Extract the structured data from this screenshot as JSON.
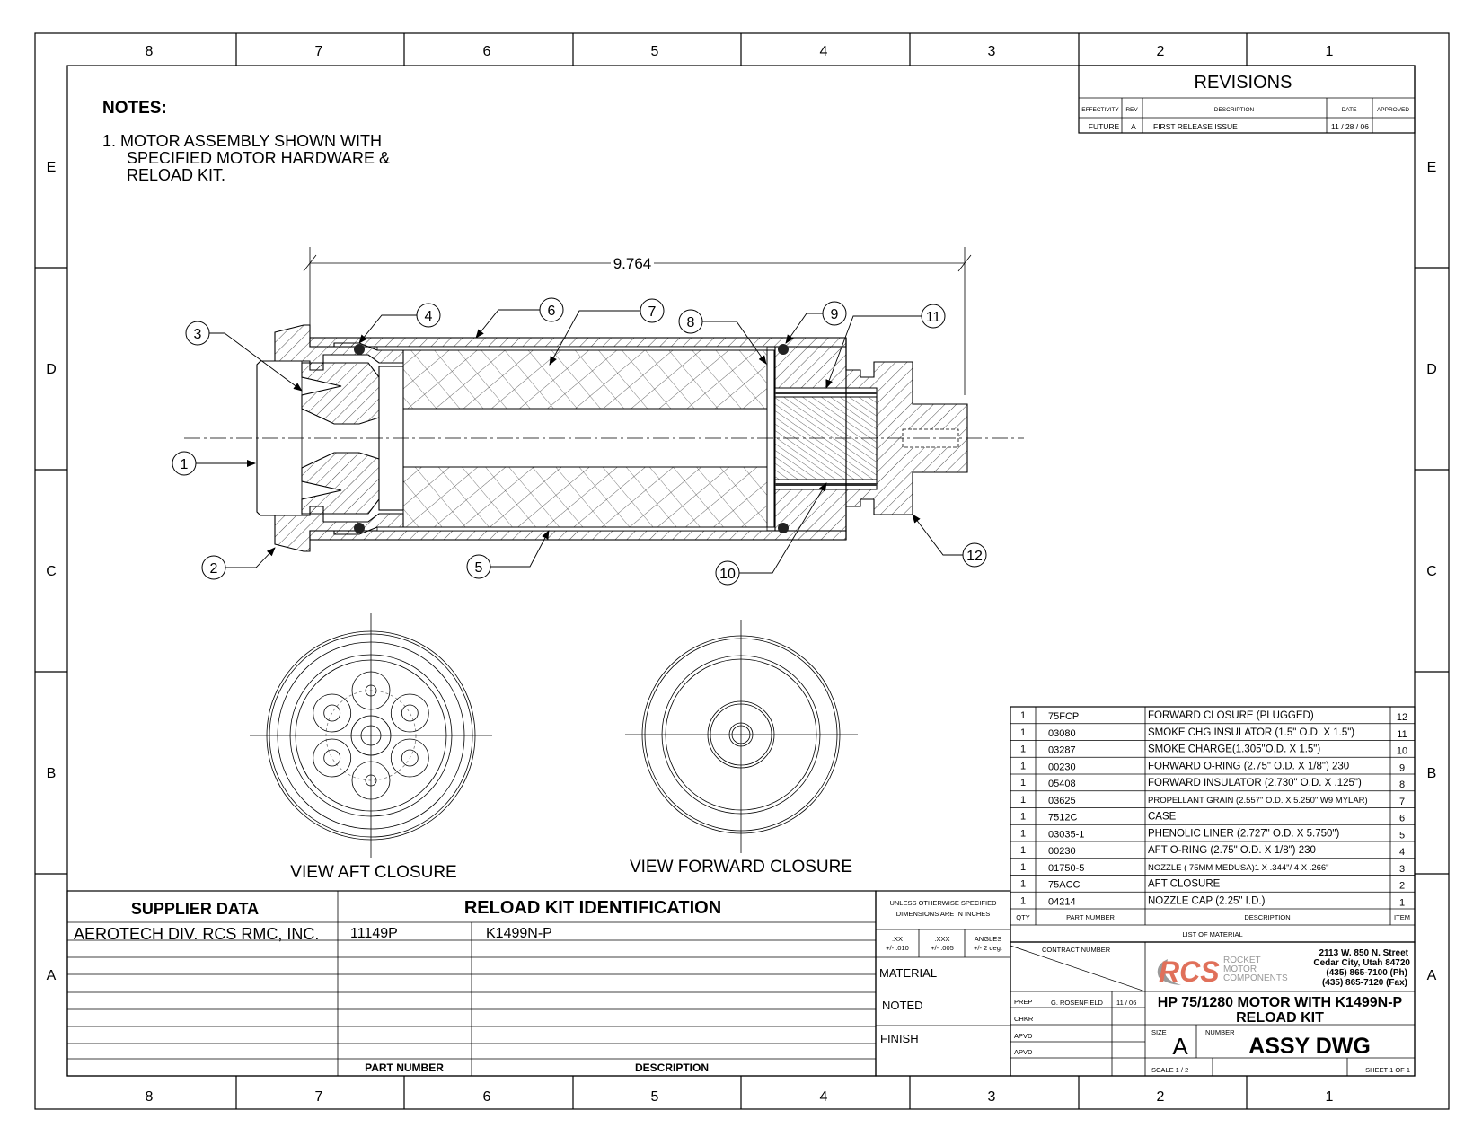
{
  "zones": {
    "columns": [
      "8",
      "7",
      "6",
      "5",
      "4",
      "3",
      "2",
      "1"
    ],
    "rows": [
      "E",
      "D",
      "C",
      "B",
      "A"
    ]
  },
  "notes": {
    "heading": "NOTES:",
    "lines": [
      "1.  MOTOR  ASSEMBLY SHOWN WITH",
      "SPECIFIED MOTOR HARDWARE &",
      "RELOAD KIT."
    ]
  },
  "revisions": {
    "title": "REVISIONS",
    "headers": [
      "EFFECTIVITY",
      "REV",
      "DESCRIPTION",
      "DATE",
      "APPROVED"
    ],
    "row": [
      "FUTURE",
      "A",
      "FIRST  RELEASE  ISSUE",
      "11 / 28 / 06",
      ""
    ]
  },
  "drawing": {
    "dimension": "9.764",
    "balloons": [
      "1",
      "2",
      "3",
      "4",
      "5",
      "6",
      "7",
      "8",
      "9",
      "10",
      "11",
      "12"
    ],
    "view_aft": "VIEW AFT CLOSURE",
    "view_forward": "VIEW  FORWARD CLOSURE"
  },
  "bom": {
    "rows": [
      [
        "1",
        "75FCP",
        "FORWARD CLOSURE (PLUGGED)",
        "12"
      ],
      [
        "1",
        "03080",
        "SMOKE CHG INSULATOR (1.5\" O.D. X 1.5\")",
        "11"
      ],
      [
        "1",
        "03287",
        "SMOKE  CHARGE(1.305\"O.D. X 1.5\")",
        "10"
      ],
      [
        "1",
        "00230",
        "FORWARD O-RING (2.75\" O.D. X 1/8\") 230",
        "9"
      ],
      [
        "1",
        "05408",
        "FORWARD INSULATOR (2.730\" O.D. X .125\")",
        "8"
      ],
      [
        "1",
        "03625",
        "PROPELLANT GRAIN (2.557\" O.D. X 5.250\" W9 MYLAR)",
        "7"
      ],
      [
        "1",
        "7512C",
        "CASE",
        "6"
      ],
      [
        "1",
        "03035-1",
        "PHENOLIC LINER  (2.727\" O.D. X 5.750\")",
        "5"
      ],
      [
        "1",
        "00230",
        "AFT O-RING (2.75\" O.D. X 1/8\") 230",
        "4"
      ],
      [
        "1",
        "01750-5",
        "NOZZLE ( 75MM MEDUSA)1 X .344\"/ 4 X .266\"",
        "3"
      ],
      [
        "1",
        "75ACC",
        "AFT CLOSURE",
        "2"
      ],
      [
        "1",
        "04214",
        "NOZZLE CAP (2.25\" I.D.)",
        "1"
      ]
    ],
    "headers": [
      "QTY",
      "PART NUMBER",
      "DESCRIPTION",
      "ITEM"
    ],
    "caption": "LIST OF  MATERIAL"
  },
  "title_block": {
    "contract_label": "CONTRACT NUMBER",
    "logo": {
      "letters": "RCS",
      "line1": "ROCKET",
      "line2": "MOTOR",
      "line3": "COMPONENTS"
    },
    "address": [
      "2113 W. 850 N. Street",
      "Cedar City, Utah 84720",
      "(435) 865-7100 (Ph)",
      "(435) 865-7120 (Fax)"
    ],
    "signoffs": [
      {
        "label": "PREP",
        "name": "G. ROSENFIELD",
        "date": "11 / 06"
      },
      {
        "label": "CHKR",
        "name": "",
        "date": ""
      },
      {
        "label": "APVD",
        "name": "",
        "date": ""
      },
      {
        "label": "APVD",
        "name": "",
        "date": ""
      }
    ],
    "title_line1": "HP 75/1280 MOTOR WITH K1499N-P",
    "title_line2": "RELOAD KIT",
    "size_label": "SIZE",
    "size": "A",
    "number_label": "NUMBER",
    "number": "ASSY DWG",
    "scale": "SCALE    1 / 2",
    "sheet": "SHEET  1 OF 1"
  },
  "tolerances": {
    "line1": "UNLESS OTHERWISE SPECIFIED",
    "line2": "DIMENSIONS ARE IN INCHES",
    "cols": [
      [
        ".XX",
        "+/- .010"
      ],
      [
        ".XXX",
        "+/- .005"
      ],
      [
        "ANGLES",
        "+/- 2 deg."
      ]
    ],
    "material": "MATERIAL",
    "noted": "NOTED",
    "finish": "FINISH"
  },
  "supplier": {
    "supplier_header": "SUPPLIER  DATA",
    "kit_header": "RELOAD KIT IDENTIFICATION",
    "supplier_name": "AEROTECH  DIV. RCS RMC, INC.",
    "part_number": "11149P",
    "description": "K1499N-P",
    "footer_part": "PART NUMBER",
    "footer_desc": "DESCRIPTION"
  },
  "colors": {
    "logo_red": "#e0705a",
    "logo_gray": "#9a9a9a"
  }
}
